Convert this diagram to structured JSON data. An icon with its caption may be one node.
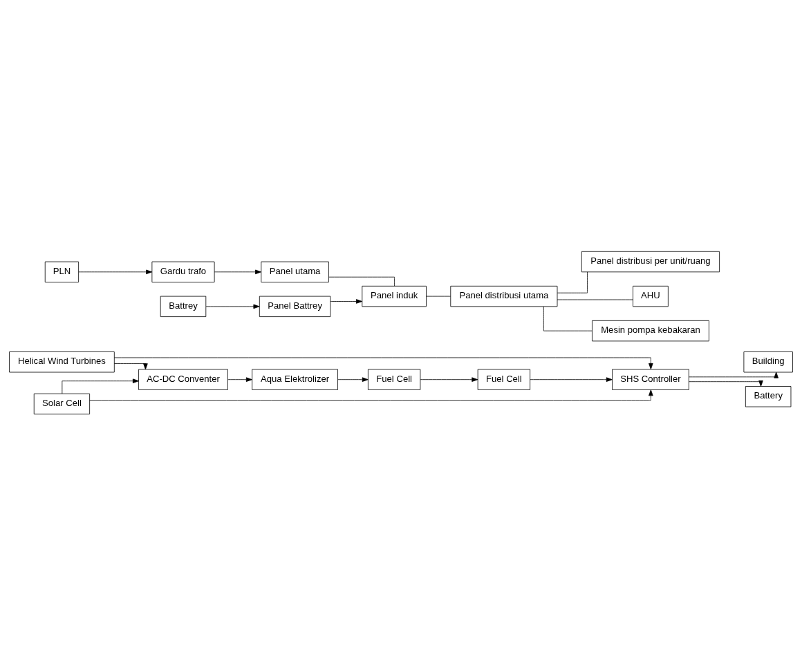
{
  "diagram": {
    "nodes": [
      {
        "text": [
          "Helical Wind Turbines"
        ]
      },
      {
        "text": [
          "Solar Cell"
        ]
      },
      {
        "text": [
          "SHS Controller"
        ]
      },
      {
        "text": [
          "AC-DC Conventer"
        ]
      },
      {
        "text": [
          "Fuel Cell"
        ]
      },
      {
        "text": [
          "Aqua Elektrolizer"
        ]
      },
      {
        "text": [
          "Fuel Cell"
        ]
      },
      {
        "text": [
          "Building"
        ]
      },
      {
        "text": [
          "Battery"
        ]
      },
      {
        "text": [
          "PLN"
        ]
      },
      {
        "text": [
          "Gardu trafo"
        ]
      },
      {
        "text": [
          "Panel utama"
        ]
      },
      {
        "text": [
          "Battrey"
        ]
      },
      {
        "text": [
          "Panel Battrey"
        ]
      },
      {
        "text": [
          "Panel induk"
        ]
      },
      {
        "text": [
          "Panel distribusi utama"
        ]
      },
      {
        "text": [
          "Panel distribusi per unit/ruang"
        ]
      },
      {
        "text": [
          "AHU"
        ]
      },
      {
        "text": [
          "Mesin pompa kebakaran"
        ]
      }
    ],
    "edges": [
      {
        "from": 0,
        "to": 2,
        "arrow": "to"
      },
      {
        "from": 1,
        "to": 2,
        "arrow": "to"
      },
      {
        "from": 0,
        "to": 3,
        "arrow": "to"
      },
      {
        "from": 1,
        "to": 3,
        "arrow": "to"
      },
      {
        "from": 3,
        "to": 5,
        "arrow": "to"
      },
      {
        "from": 5,
        "to": 6,
        "arrow": "to"
      },
      {
        "from": 6,
        "to": 4,
        "arrow": "to"
      },
      {
        "from": 4,
        "to": 2,
        "arrow": "to"
      },
      {
        "from": 2,
        "to": 7,
        "arrow": "to"
      },
      {
        "from": 2,
        "to": 8,
        "arrow": "to"
      },
      {
        "from": 9,
        "to": 10,
        "arrow": "to"
      },
      {
        "from": 10,
        "to": 11,
        "arrow": "to"
      },
      {
        "from": 12,
        "to": 13,
        "arrow": "to"
      },
      {
        "from": 13,
        "to": 14,
        "arrow": "to"
      },
      {
        "from": 11,
        "to": 14,
        "arrow": "none"
      },
      {
        "from": 14,
        "to": 15,
        "arrow": "none"
      },
      {
        "from": 15,
        "to": 16,
        "arrow": "none"
      },
      {
        "from": 15,
        "to": 17,
        "arrow": "none"
      },
      {
        "from": 15,
        "to": 18,
        "arrow": "none"
      }
    ]
  }
}
